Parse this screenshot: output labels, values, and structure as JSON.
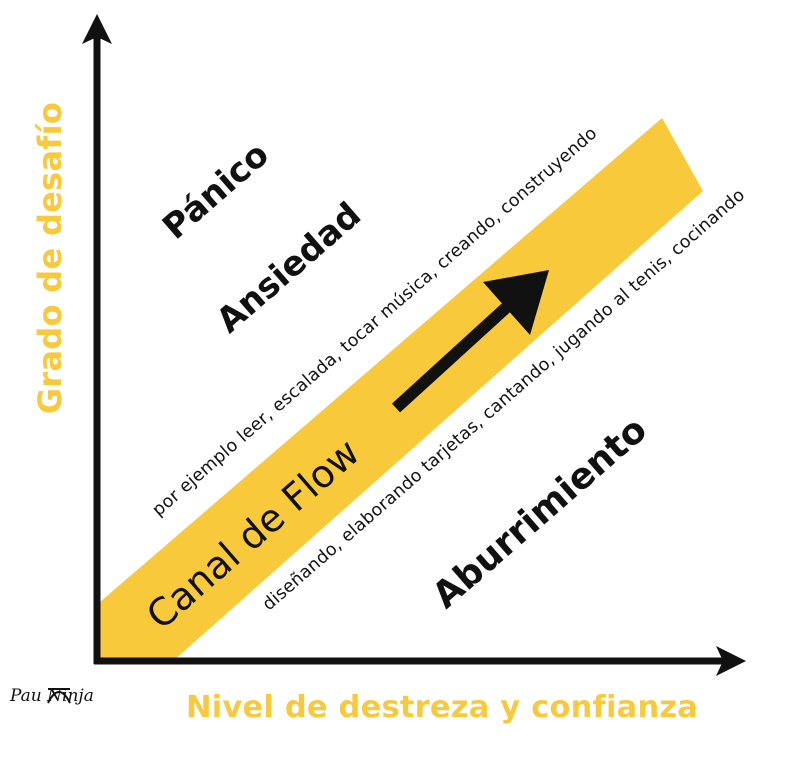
{
  "colors": {
    "accent": "#F9C93C",
    "axis": "#111111",
    "text": "#111111",
    "background": "#ffffff"
  },
  "axes": {
    "y_label": "Grado de desafío",
    "x_label": "Nivel de destreza y confianza"
  },
  "zones": {
    "panic": "Pánico",
    "anxiety": "Ansiedad",
    "boredom": "Aburrimiento"
  },
  "channel": {
    "label": "Canal de Flow",
    "examples_upper": "por ejemplo leer, escalada, tocar música, creando, construyendo",
    "examples_lower": "diseñando, elaborando tarjetas, cantando, jugando al tenis, cocinando"
  },
  "logo": {
    "text": "Pau Ninja",
    "icon": "arch-ninja-logo-icon"
  }
}
